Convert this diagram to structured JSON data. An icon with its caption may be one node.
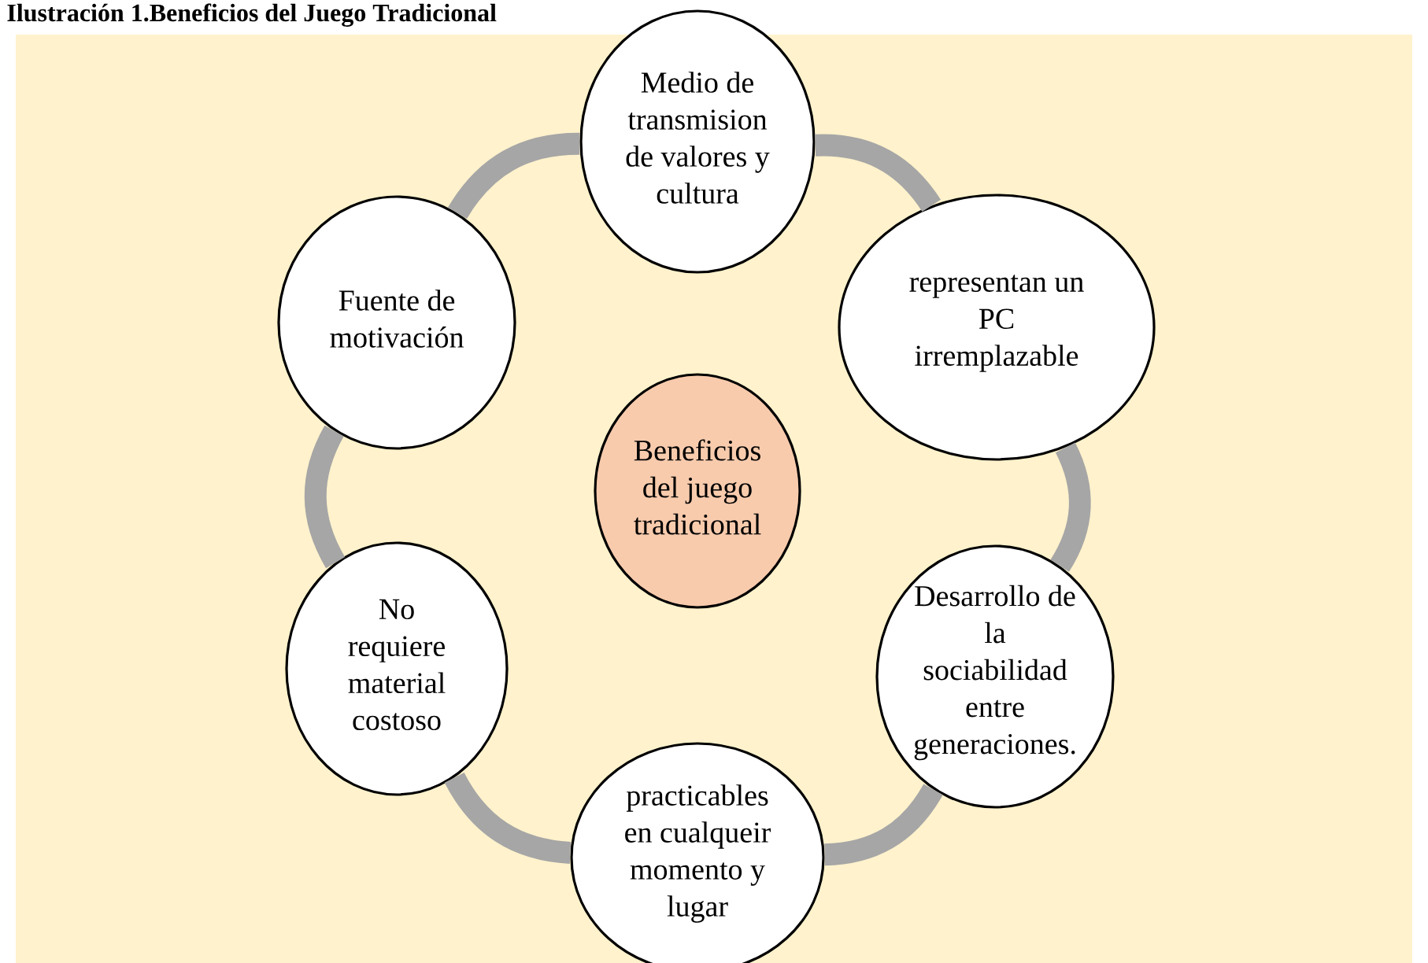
{
  "diagram": {
    "title": "Ilustración 1.Beneficios del Juego Tradicional",
    "nodes": [
      {
        "text": [
          "Beneficios del juego tradicional"
        ]
      },
      {
        "text": [
          "Medio de transmision de valores y cultura"
        ]
      },
      {
        "text": [
          "representan un PC irremplazable"
        ]
      },
      {
        "text": [
          "Desarrollo de la sociabilidad entre generaciones."
        ]
      },
      {
        "text": [
          "practicables en cualqueir momento y lugar"
        ]
      },
      {
        "text": [
          "No requiere material costoso"
        ]
      },
      {
        "text": [
          "Fuente de motivación"
        ]
      }
    ],
    "edges": [
      {
        "from": 1,
        "to": 2,
        "arrow": "none"
      },
      {
        "from": 2,
        "to": 3,
        "arrow": "none"
      },
      {
        "from": 3,
        "to": 4,
        "arrow": "none"
      },
      {
        "from": 4,
        "to": 5,
        "arrow": "none"
      },
      {
        "from": 5,
        "to": 6,
        "arrow": "none"
      },
      {
        "from": 6,
        "to": 1,
        "arrow": "none"
      }
    ]
  }
}
